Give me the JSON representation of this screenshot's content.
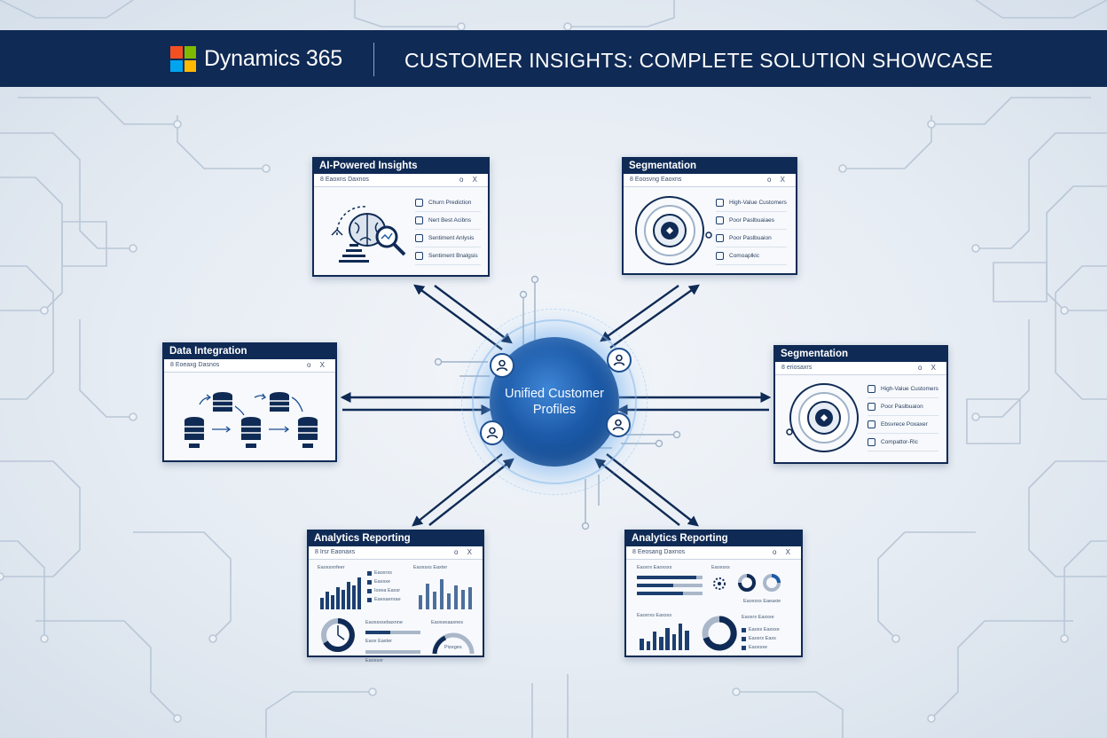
{
  "header": {
    "brand": "Dynamics 365",
    "title": "CUSTOMER INSIGHTS: COMPLETE SOLUTION SHOWCASE",
    "logo_colors": [
      "#f25022",
      "#7fba00",
      "#00a4ef",
      "#ffb900"
    ]
  },
  "hub": {
    "label": "Unified Customer\nProfiles"
  },
  "colors": {
    "navy": "#0f2a55",
    "accent": "#1c5aa8",
    "glow": "#3f86d6"
  },
  "panels": {
    "ai": {
      "title": "AI-Powered Insights",
      "toolbar": "8 Eaoxns Daxnos",
      "controls": "o X",
      "items": [
        "Churn Prediction",
        "Nert Best Acibns",
        "Sentiment Anlysis",
        "Sentiment Bnalgsis"
      ]
    },
    "seg_top": {
      "title": "Segmentation",
      "toolbar": "8 Eoosvng Eaoxns",
      "controls": "o X",
      "items": [
        "High-Value Customers",
        "Poor Paslbuaiaes",
        "Poor Paslbuaion",
        "Comoaplkic"
      ]
    },
    "data": {
      "title": "Data Integration",
      "toolbar": "8 Eoeaxg Dasnos",
      "controls": "o X"
    },
    "seg_right": {
      "title": "Segmentation",
      "toolbar": "8 eriosaxrs",
      "controls": "o X",
      "items": [
        "High-Value Customers",
        "Poor Paslbuaion",
        "Ebsvrece Poxaxer",
        "Compattor-Ric"
      ]
    },
    "analytics_left": {
      "title": "Analytics Reporting",
      "toolbar": "8 Irsr Eaonaxs",
      "controls": "o X",
      "labels": [
        "Eaoxsxnfeer",
        "Eaoxsxs Eaxter",
        "Eaoxsxsebaxnne",
        "Eaoxseaaxnes",
        "Pizeges"
      ],
      "legend": [
        "Eaoxrxs",
        "Eaxsxe",
        "Ioxea Eaxsr",
        "Eaexaenrae"
      ],
      "bars_a": [
        0.35,
        0.55,
        0.45,
        0.7,
        0.6,
        0.85,
        0.75,
        1.0
      ],
      "bars_b": [
        0.45,
        0.8,
        0.55,
        0.95,
        0.5,
        0.75,
        0.6,
        0.7
      ],
      "rows": [
        "Eaoxrxs",
        "Eaox Eaxter",
        "Eaoxsxr"
      ]
    },
    "analytics_right": {
      "title": "Analytics Reporting",
      "toolbar": "8 Eeosang Daxnos",
      "controls": "o X",
      "labels": [
        "Eaoxrx Eaoxsxs",
        "Eaoxsxs",
        "Eaoxsxs Eaeaxie",
        "Eaoxrxs Eaxsxs",
        "Eaoxrx Eaxsxe"
      ],
      "bars_a": [
        0.45,
        0.35,
        0.7,
        0.5,
        0.85,
        0.6,
        1.0,
        0.75
      ],
      "legend": [
        "Eaoxs Eaxsxe",
        "Eaoxrx Eaxs",
        "Eaoxsxe"
      ],
      "hbars": [
        0.9,
        0.55,
        0.7
      ]
    }
  }
}
